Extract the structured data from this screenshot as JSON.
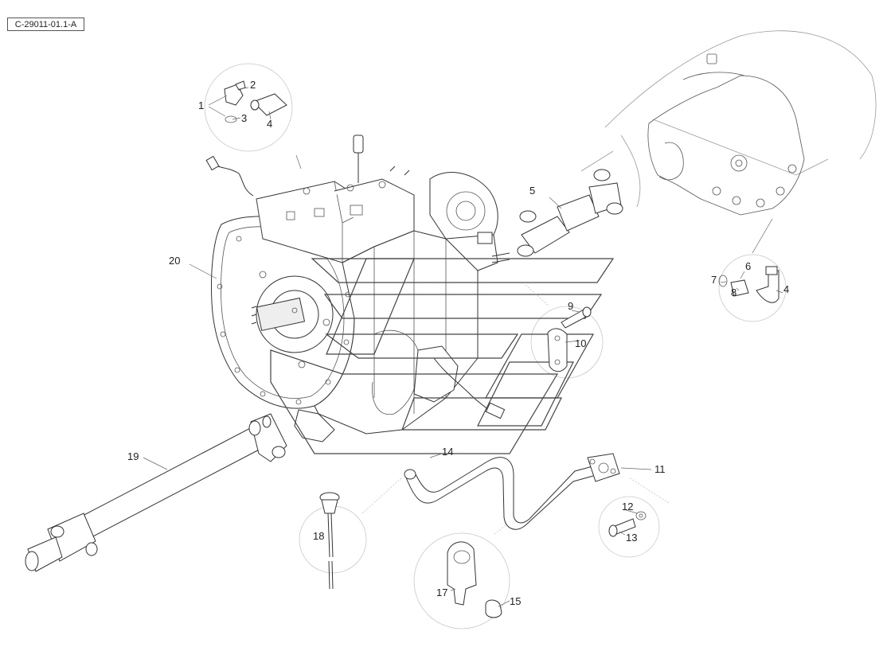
{
  "drawing_code": "C-29011-01.1-A",
  "callouts": [
    {
      "id": "1",
      "text": "1"
    },
    {
      "id": "2",
      "text": "2"
    },
    {
      "id": "3",
      "text": "3"
    },
    {
      "id": "4a",
      "text": "4"
    },
    {
      "id": "5",
      "text": "5"
    },
    {
      "id": "6",
      "text": "6"
    },
    {
      "id": "7",
      "text": "7"
    },
    {
      "id": "8",
      "text": "8"
    },
    {
      "id": "4b",
      "text": "4"
    },
    {
      "id": "9",
      "text": "9"
    },
    {
      "id": "10",
      "text": "10"
    },
    {
      "id": "11",
      "text": "11"
    },
    {
      "id": "12",
      "text": "12"
    },
    {
      "id": "13",
      "text": "13"
    },
    {
      "id": "14",
      "text": "14"
    },
    {
      "id": "15",
      "text": "15"
    },
    {
      "id": "17",
      "text": "17"
    },
    {
      "id": "18",
      "text": "18"
    },
    {
      "id": "19",
      "text": "19"
    },
    {
      "id": "20",
      "text": "20"
    }
  ]
}
